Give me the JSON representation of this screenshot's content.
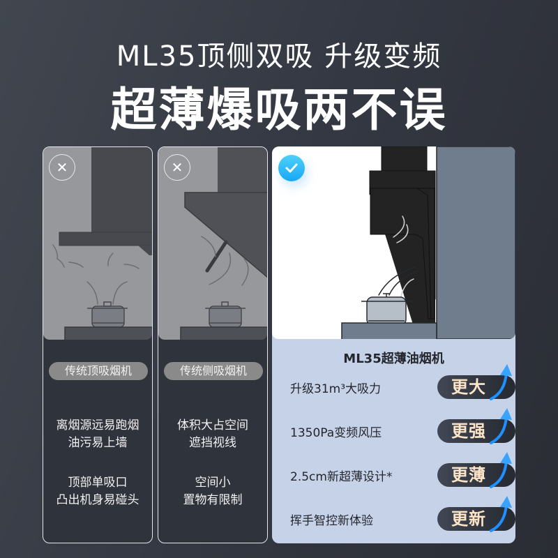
{
  "headline": {
    "sub": "ML35顶侧双吸 升级变频",
    "main": "超薄爆吸两不误"
  },
  "cards": [
    {
      "status_icon": "x-icon",
      "label": "传统顶吸烟机",
      "notes": [
        {
          "line1": "离烟源远易跑烟",
          "line2": "油污易上墙"
        },
        {
          "line1": "顶部单吸口",
          "line2": "凸出机身易碰头"
        }
      ]
    },
    {
      "status_icon": "x-icon",
      "label": "传统侧吸烟机",
      "notes": [
        {
          "line1": "体积大占空间",
          "line2": "遮挡视线"
        },
        {
          "line1": "空间小",
          "line2": "置物有限制"
        }
      ]
    },
    {
      "status_icon": "check-icon",
      "title": "ML35超薄油烟机",
      "features": [
        {
          "text": "升级31m³大吸力",
          "badge": "更大"
        },
        {
          "text": "1350Pa变频风压",
          "badge": "更强"
        },
        {
          "text": "2.5cm新超薄设计*",
          "badge": "更薄"
        },
        {
          "text": "挥手智控新体验",
          "badge": "更新"
        }
      ]
    }
  ],
  "colors": {
    "background_left": "#41464f",
    "background_right": "#2a2d34",
    "highlight_card": "#c6d2e8",
    "badge_text": "#fbe4c8",
    "check_badge": "#17a8f5",
    "arrow": "#1e90ff"
  }
}
